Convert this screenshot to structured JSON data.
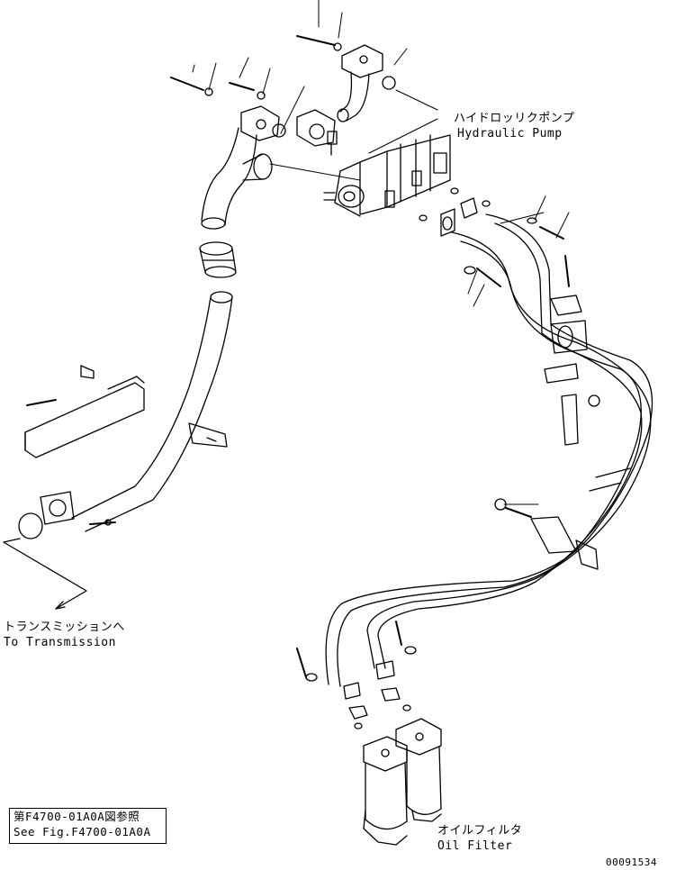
{
  "labels": {
    "pump_jp": "ハイドロッリクポンプ",
    "pump_en": "Hydraulic Pump",
    "trans_jp": "トランスミッションへ",
    "trans_en": "To Transmission",
    "filter_jp": "オイルフィルタ",
    "filter_en": "Oil Filter",
    "ref_jp": "第F4700-01A0A図参照",
    "ref_en": "See Fig.F4700-01A0A",
    "drawing_number": "00091534"
  },
  "colors": {
    "line": "#000000",
    "background": "#ffffff"
  }
}
